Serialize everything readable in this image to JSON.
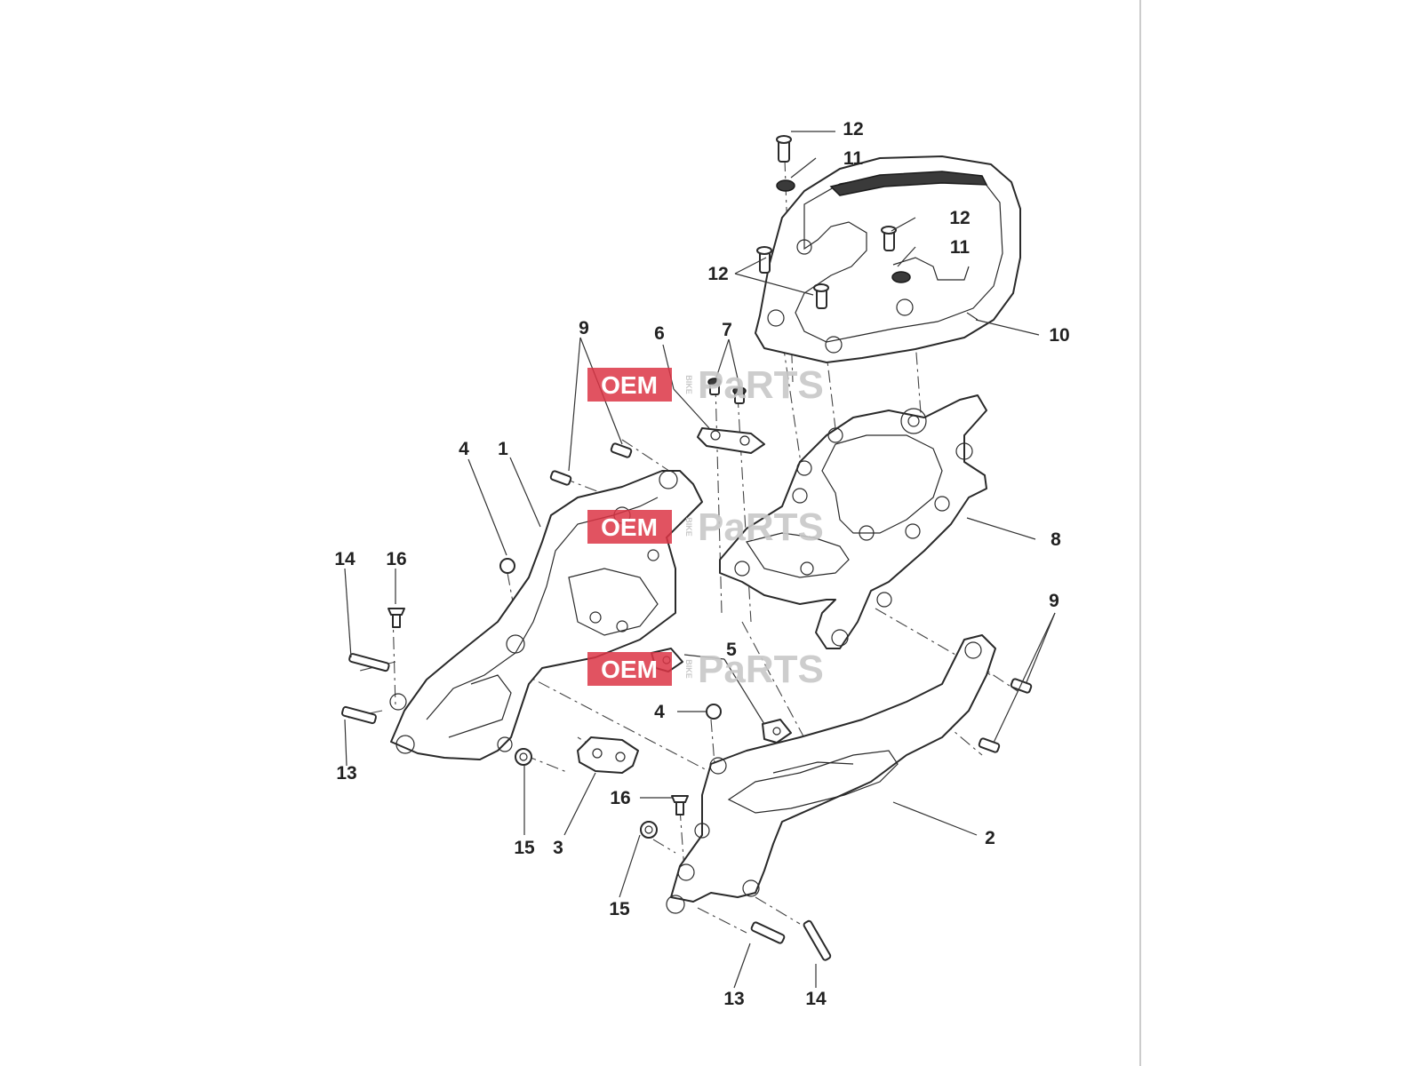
{
  "page": {
    "background": "#ffffff",
    "frame_line_color": "#cccccc"
  },
  "watermark": {
    "oem": "OEM",
    "bike": "BIKE",
    "parts": "PaRTS",
    "red": "#dc3545",
    "grey": "#c8c8c8"
  },
  "callouts": [
    {
      "label": "1"
    },
    {
      "label": "2"
    },
    {
      "label": "3"
    },
    {
      "label": "4"
    },
    {
      "label": "4"
    },
    {
      "label": "5"
    },
    {
      "label": "6"
    },
    {
      "label": "7"
    },
    {
      "label": "8"
    },
    {
      "label": "9"
    },
    {
      "label": "9"
    },
    {
      "label": "10"
    },
    {
      "label": "11"
    },
    {
      "label": "11"
    },
    {
      "label": "12"
    },
    {
      "label": "12"
    },
    {
      "label": "12"
    },
    {
      "label": "13"
    },
    {
      "label": "13"
    },
    {
      "label": "14"
    },
    {
      "label": "14"
    },
    {
      "label": "15"
    },
    {
      "label": "15"
    },
    {
      "label": "16"
    },
    {
      "label": "16"
    }
  ]
}
